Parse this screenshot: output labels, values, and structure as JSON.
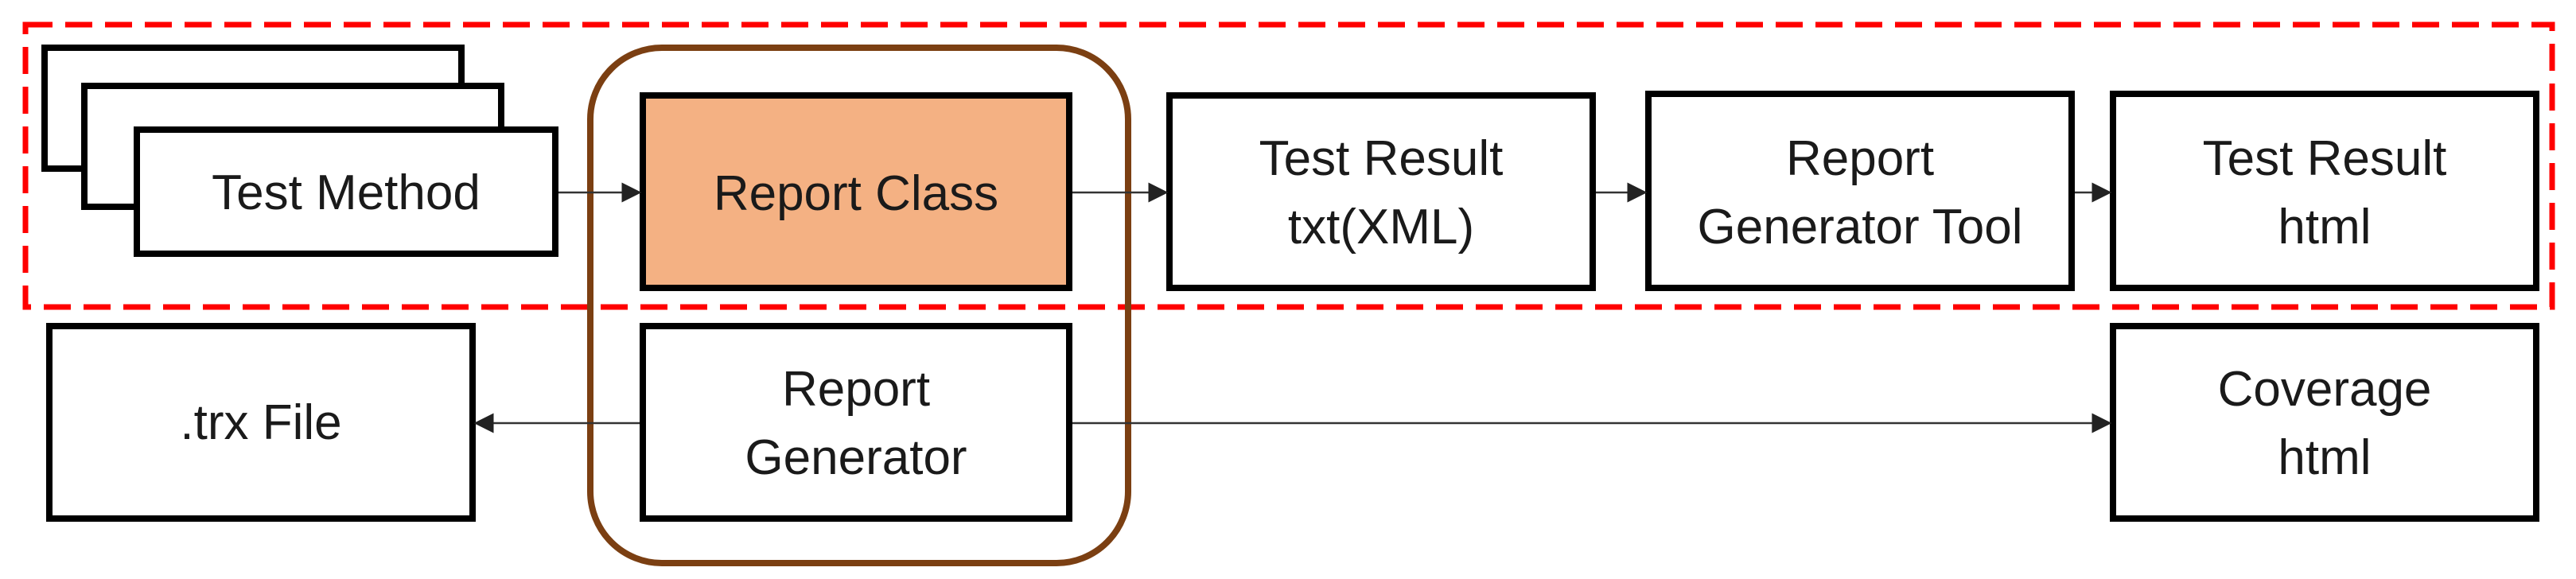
{
  "diagram": {
    "nodes": {
      "test_method": {
        "lines": [
          "Test Method"
        ]
      },
      "report_class": {
        "lines": [
          "Report Class"
        ]
      },
      "test_result_txt": {
        "lines": [
          "Test Result",
          "txt(XML)"
        ]
      },
      "report_generator_tool": {
        "lines": [
          "Report",
          "Generator Tool"
        ]
      },
      "test_result_html": {
        "lines": [
          "Test Result",
          "html"
        ]
      },
      "trx_file": {
        "lines": [
          ".trx File"
        ]
      },
      "report_generator": {
        "lines": [
          "Report",
          "Generator"
        ]
      },
      "coverage_html": {
        "lines": [
          "Coverage",
          "html"
        ]
      }
    },
    "colors": {
      "box_border": "#000000",
      "box_fill": "#ffffff",
      "highlight_fill": "#f4b183",
      "group_border": "#7b3f12",
      "dashed_border": "#ff0000",
      "arrow": "#333333"
    }
  }
}
